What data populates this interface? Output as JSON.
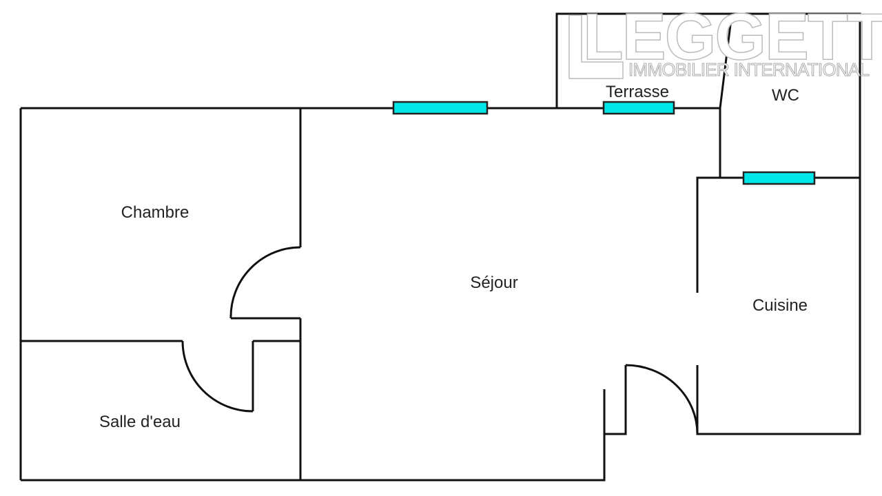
{
  "rooms": {
    "chambre": "Chambre",
    "sejour": "Séjour",
    "cuisine": "Cuisine",
    "salle_deau": "Salle d'eau",
    "wc": "WC",
    "terrasse": "Terrasse"
  },
  "logo": {
    "name": "LEGGETT",
    "tagline": "IMMOBILIER INTERNATIONAL"
  },
  "colors": {
    "window": "#00e5e5",
    "wall": "#111111"
  }
}
